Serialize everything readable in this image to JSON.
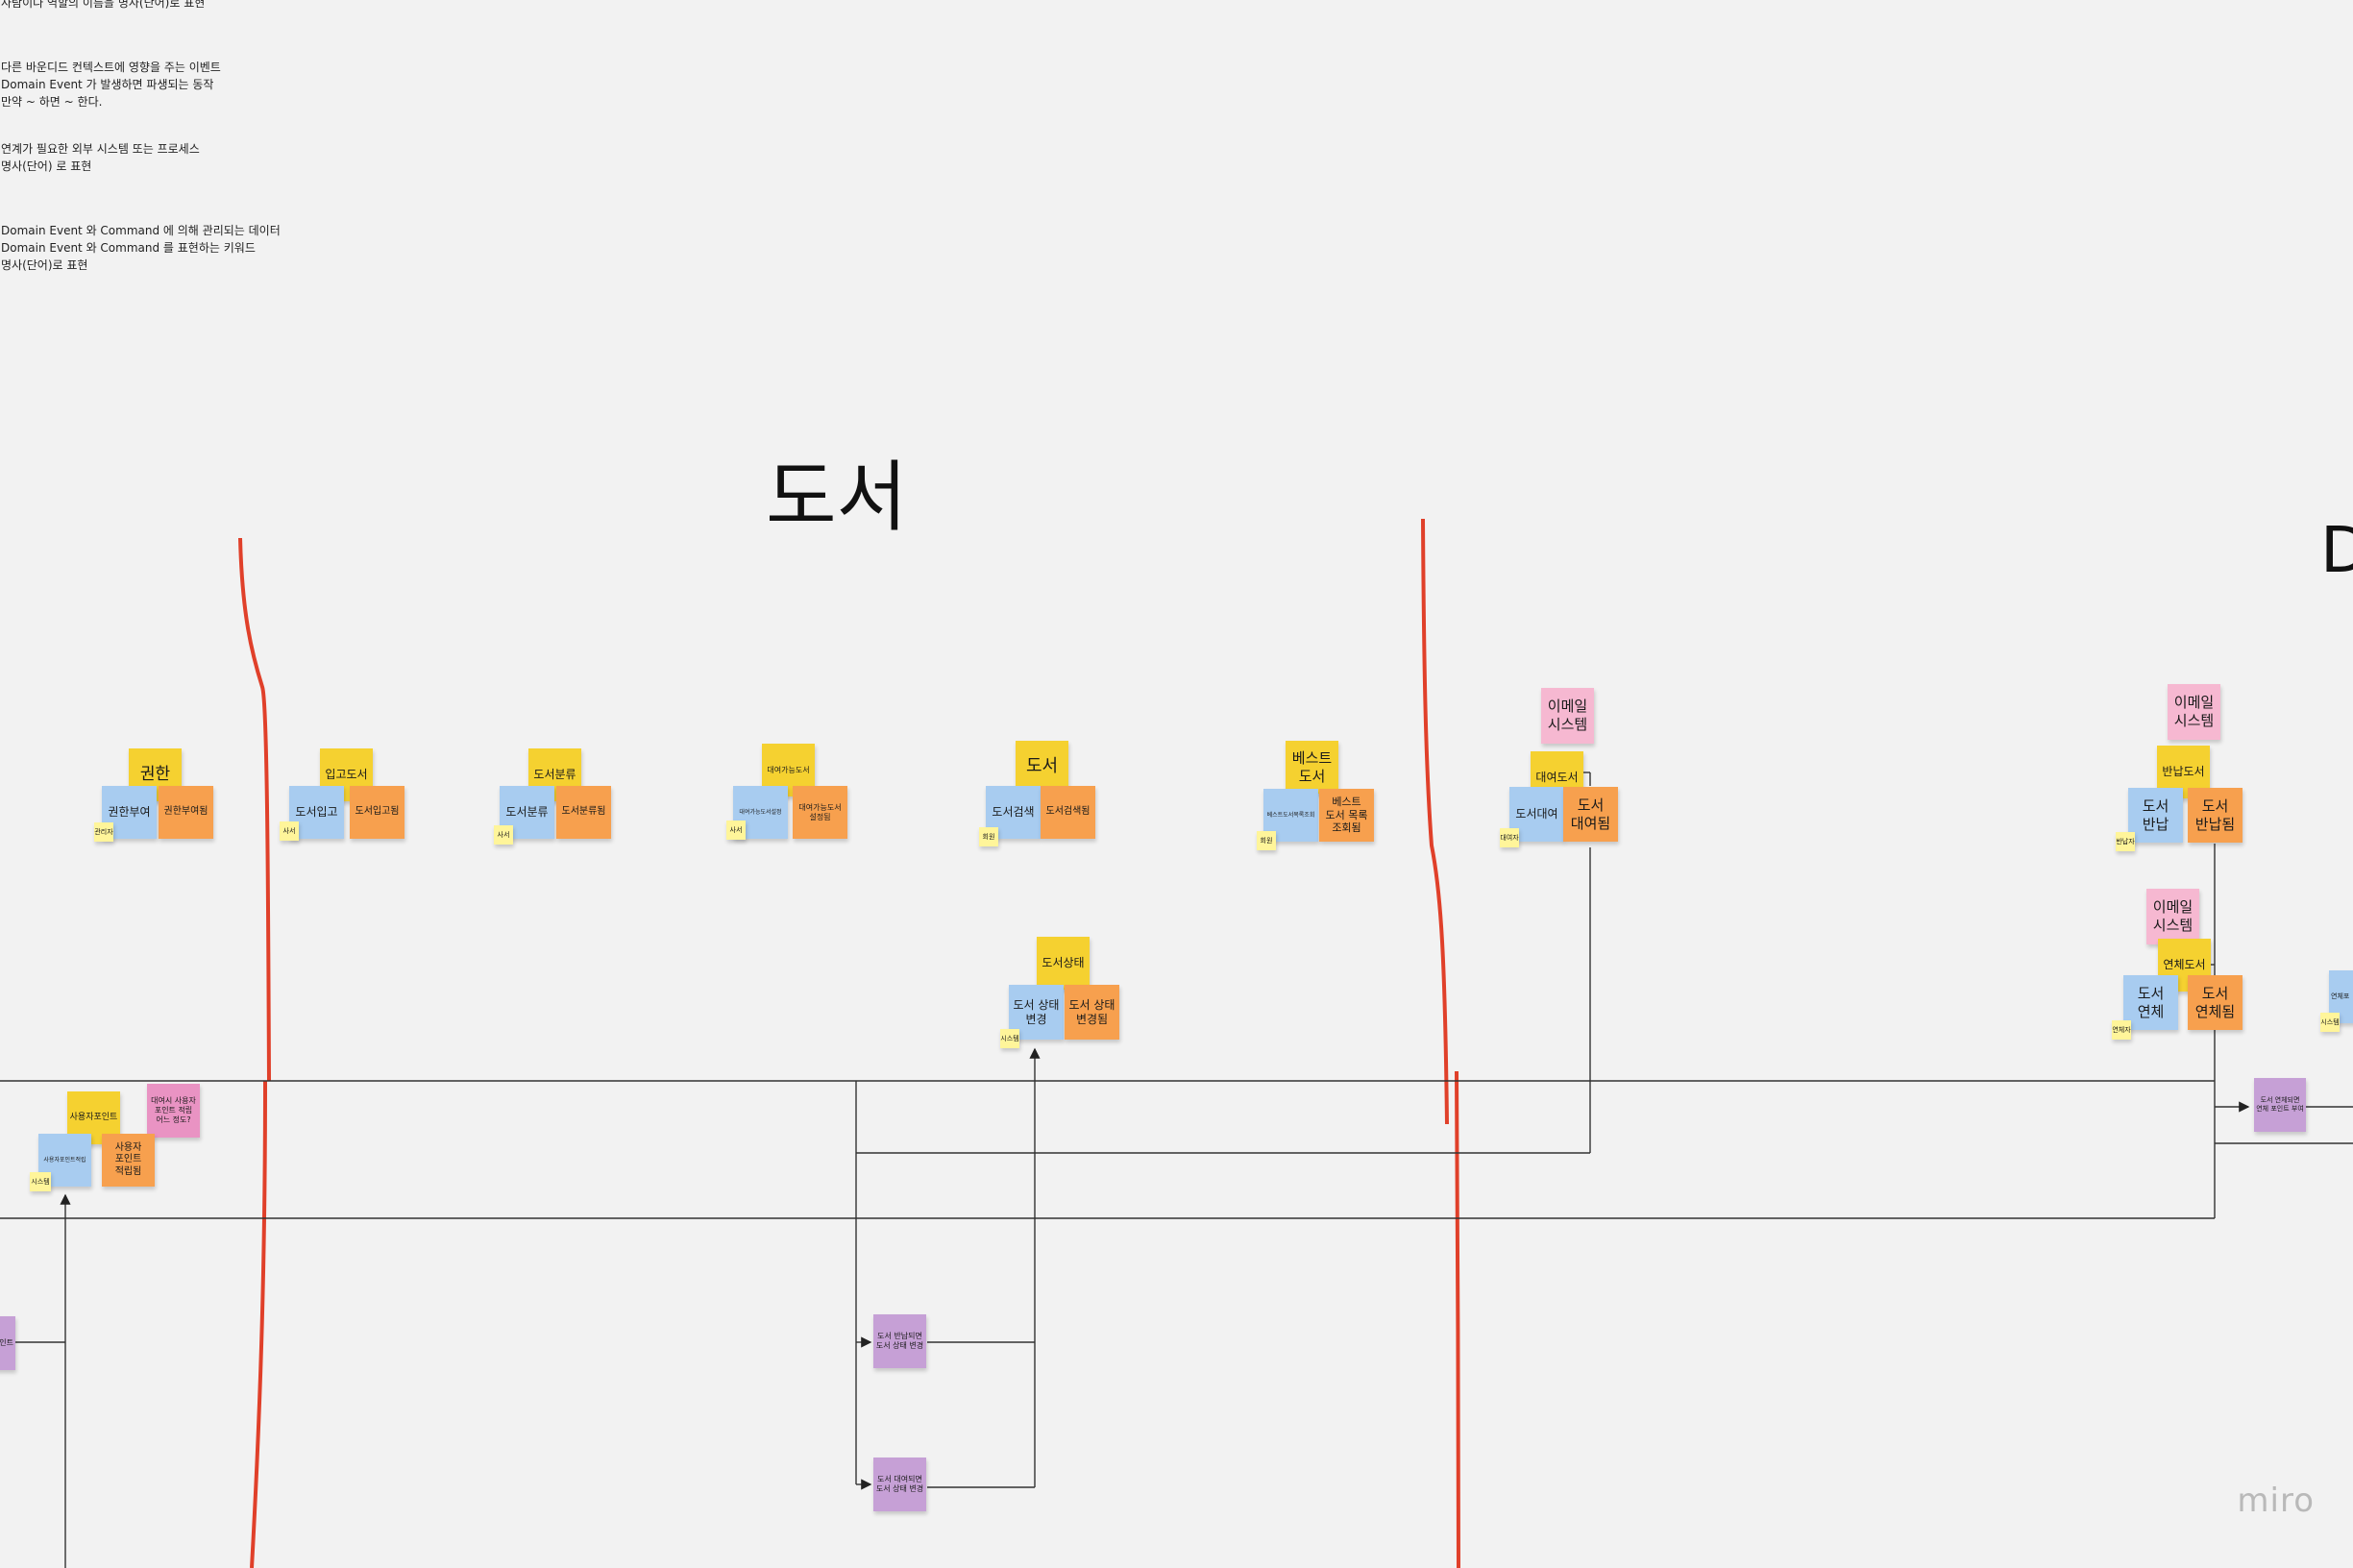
{
  "legend": {
    "actor_desc": "사람이나 역할의 이름을 명사(단어)로 표현",
    "policy_desc": [
      "다른 바운디드 컨텍스트에 영향을 주는 이벤트",
      "Domain Event 가 발생하면 파생되는 동작",
      "만약 ~ 하면 ~ 한다."
    ],
    "external_desc": [
      "연계가 필요한 외부 시스템 또는 프로세스",
      "명사(단어) 로 표현"
    ],
    "aggregate_desc": [
      "Domain Event 와 Command 에 의해 관리되는 데이터",
      "Domain Event 와 Command 를 표현하는 키워드",
      "명사(단어)로 표현"
    ]
  },
  "titles": {
    "left_partial": "|",
    "center": "도서",
    "right_partial": "D"
  },
  "stickies": {
    "auth_agg": "권한",
    "auth_cmd": "권한부여",
    "auth_evt": "권한부여됨",
    "auth_actor": "관리자",
    "in_agg": "입고도서",
    "in_cmd": "도서입고",
    "in_evt": "도서입고됨",
    "in_actor": "사서",
    "cls_agg": "도서분류",
    "cls_cmd": "도서분류",
    "cls_evt": "도서분류됨",
    "cls_actor": "사서",
    "avail_agg": "대여가능도서",
    "avail_cmd": "대여가능도서설정",
    "avail_evt": "대여가능도서 설정됨",
    "avail_actor": "사서",
    "book_agg": "도서",
    "book_cmd": "도서검색",
    "book_evt": "도서검색됨",
    "book_actor": "회원",
    "best_agg": "베스트 도서",
    "best_cmd": "베스트도서목록조회",
    "best_evt": "베스트 도서 목록 조회됨",
    "best_actor": "회원",
    "state_agg": "도서상태",
    "state_cmd": "도서 상태 변경",
    "state_evt": "도서 상태 변경됨",
    "state_actor": "시스템",
    "rent_ext": "이메일 시스템",
    "rent_agg": "대여도서",
    "rent_cmd": "도서대여",
    "rent_evt": "도서 대여됨",
    "rent_actor": "대여자",
    "ret_ext": "이메일 시스템",
    "ret_agg": "반납도서",
    "ret_cmd": "도서 반납",
    "ret_evt": "도서 반납됨",
    "ret_actor": "반납자",
    "over_ext": "이메일 시스템",
    "over_agg": "연체도서",
    "over_cmd": "도서 연체",
    "over_evt": "도서 연체됨",
    "over_actor": "연체자",
    "over_policy": "도서 연체되면 연체 포인트 부여",
    "edge_cmd": "연체포",
    "edge_actor": "시스템",
    "pt_agg": "사용자포인트",
    "pt_cmd": "사용자포인트적립",
    "pt_evt": "사용자 포인트 적립됨",
    "pt_actor": "시스템",
    "pt_note": "대여시 사용자 포인트 적립 어느 정도?",
    "left_policy": "이면 인트",
    "policy_return": "도서 반납되면 도서 상태 변경",
    "policy_rent": "도서 대여되면 도서 상태 변경"
  },
  "watermark": "miro"
}
